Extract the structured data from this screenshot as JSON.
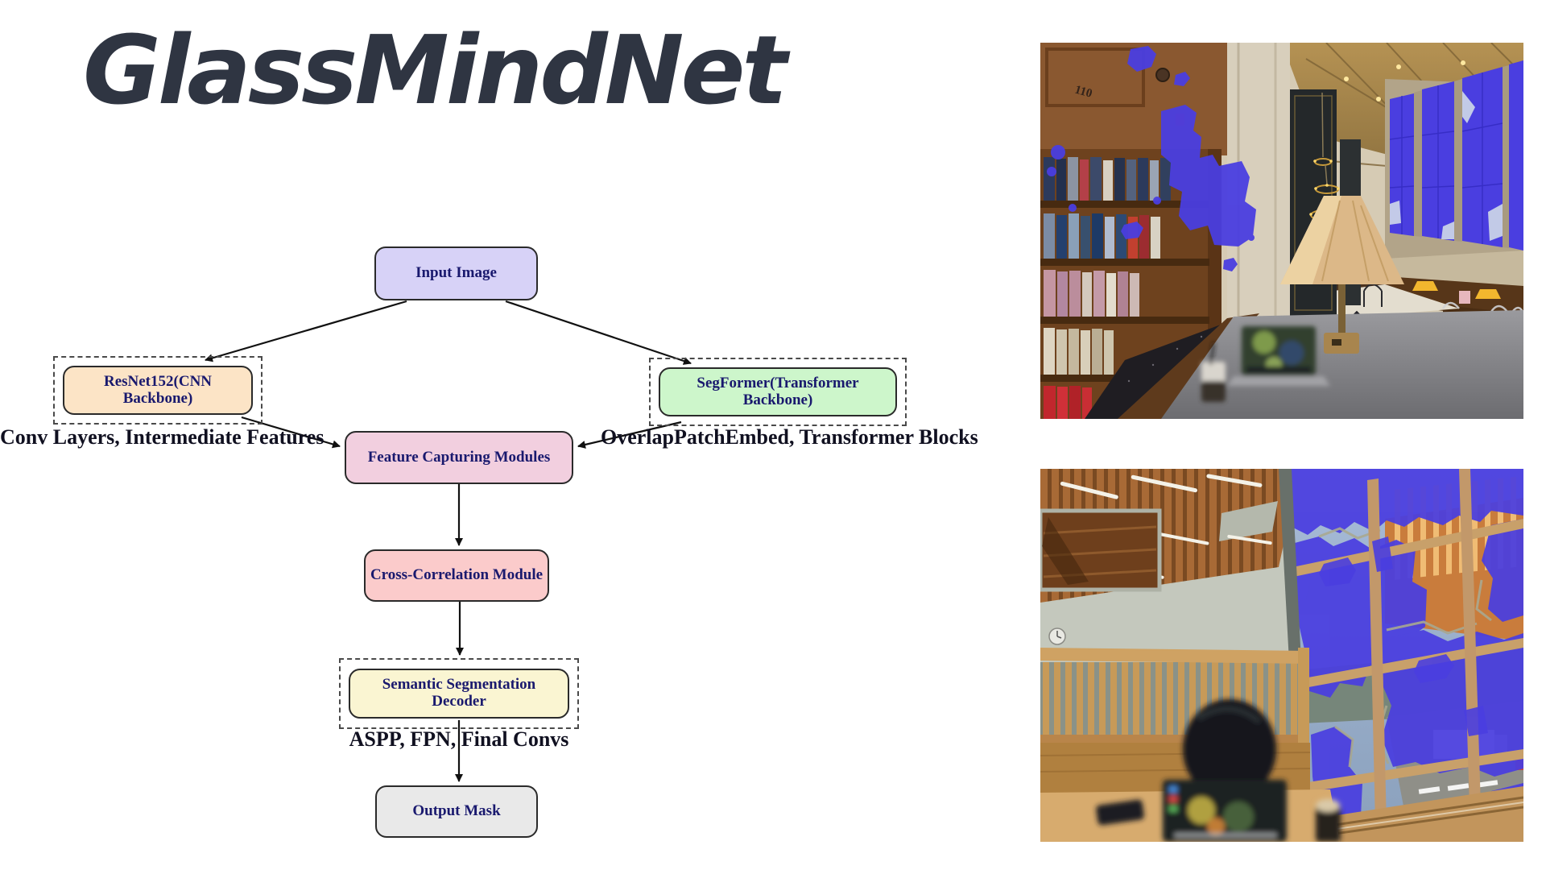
{
  "title": "GlassMindNet",
  "flowchart": {
    "nodes": [
      {
        "label": "Input Image",
        "fill": "#d7d2f7"
      },
      {
        "label": "ResNet152(CNN Backbone)",
        "fill": "#fce4c6",
        "caption": "Conv Layers, Intermediate Features"
      },
      {
        "label": "SegFormer(Transformer Backbone)",
        "fill": "#cdf6cb",
        "caption": "OverlapPatchEmbed, Transformer Blocks"
      },
      {
        "label": "Feature Capturing Modules",
        "fill": "#f2cfdf"
      },
      {
        "label": "Cross-Correlation Module",
        "fill": "#fbcbcb"
      },
      {
        "label": "Semantic Segmentation Decoder",
        "fill": "#faf5d2",
        "caption": "ASPP, FPN, Final Convs"
      },
      {
        "label": "Output Mask",
        "fill": "#e9e9e9"
      }
    ]
  },
  "photos": {
    "top": {
      "name": "library-reading-room-glass-segmentation",
      "door_sign": "110"
    },
    "bottom": {
      "name": "modern-interior-glass-segmentation"
    }
  },
  "colors": {
    "title_text": "#2f3542",
    "node_text": "#19196e",
    "caption_text": "#101020",
    "segmentation_blue": "#4a3ee0"
  }
}
